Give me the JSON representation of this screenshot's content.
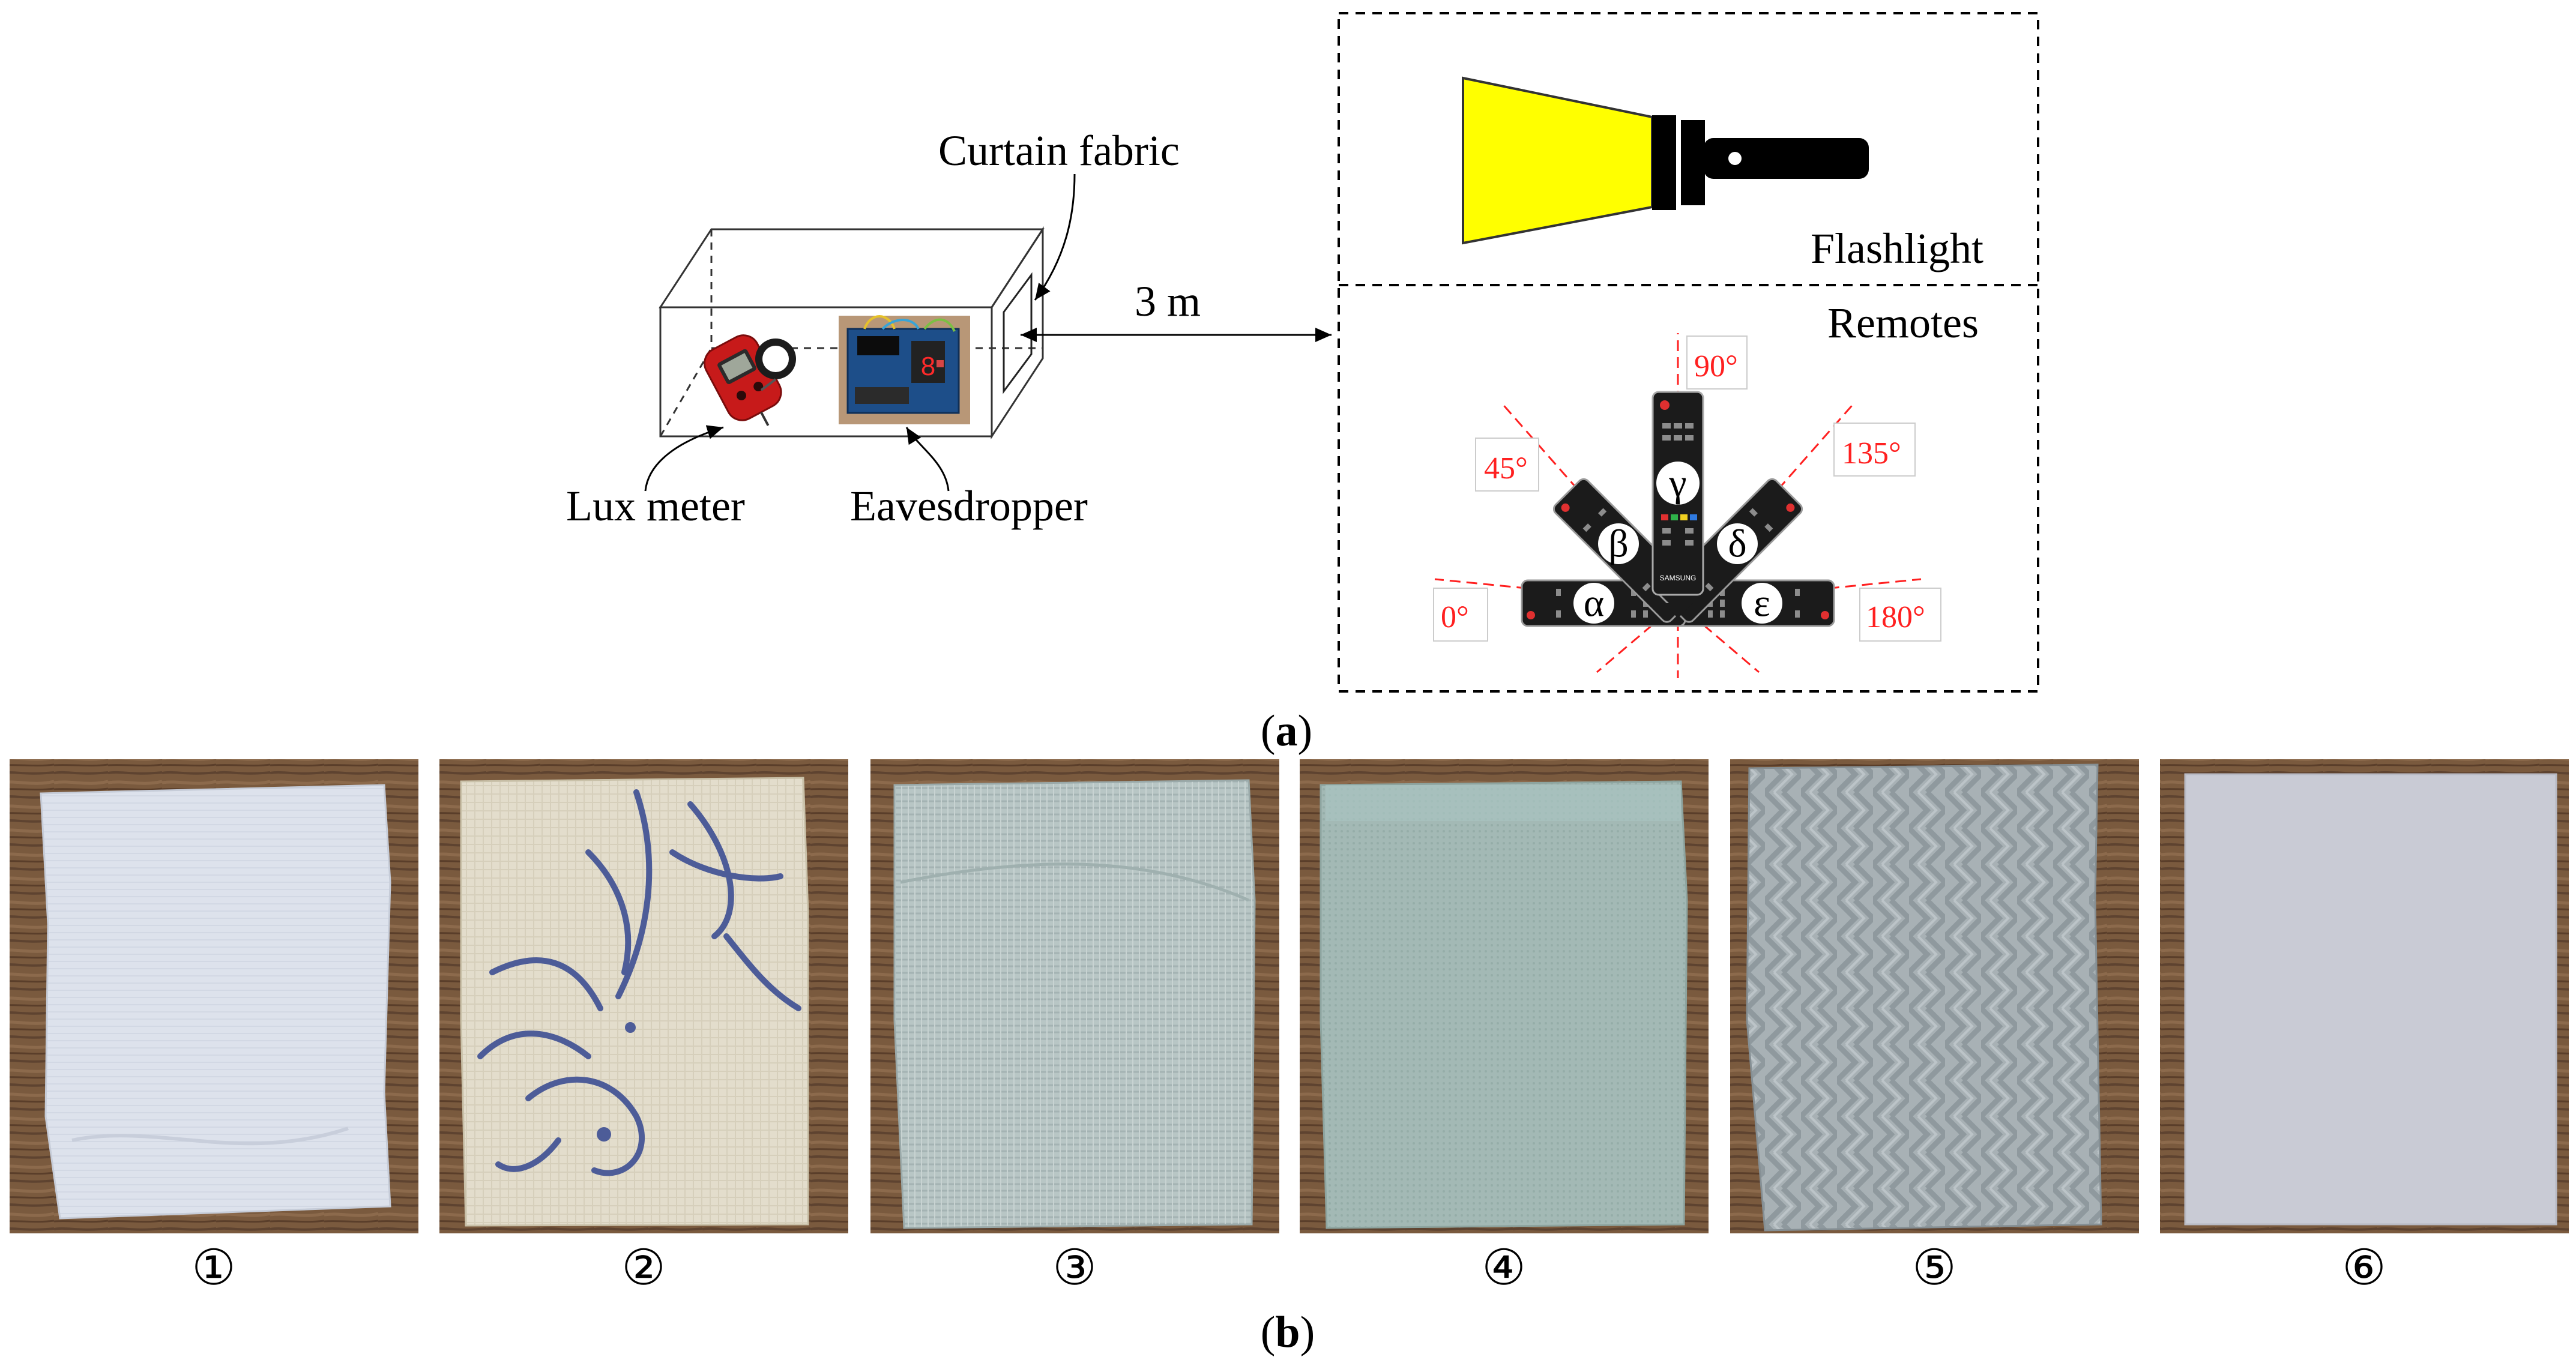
{
  "panel_a": {
    "caption_open": "(",
    "caption_letter": "a",
    "caption_close": ")",
    "labels": {
      "curtain_fabric": "Curtain fabric",
      "distance": "3 m",
      "lux_meter": "Lux meter",
      "eavesdropper": "Eavesdropper",
      "flashlight": "Flashlight",
      "remotes": "Remotes"
    },
    "angles": [
      "0°",
      "45°",
      "90°",
      "135°",
      "180°"
    ],
    "remote_greek": [
      "α",
      "β",
      "γ",
      "δ",
      "ε"
    ],
    "remote_brand": "SAMSUNG",
    "colors": {
      "flashlight_beam": "#ffff00",
      "angle_guides": "#ff0000",
      "lux_meter_body": "#cc1a1a"
    }
  },
  "panel_b": {
    "caption_open": "(",
    "caption_letter": "b",
    "caption_close": ")",
    "samples": [
      {
        "number": "①",
        "kind": "thin white sheer",
        "color": "#dfe3ee"
      },
      {
        "number": "②",
        "kind": "linen with blue ink bird print",
        "color": "#e1dccb"
      },
      {
        "number": "③",
        "kind": "grey loose weave",
        "color": "#b6c4c4"
      },
      {
        "number": "④",
        "kind": "sage green woven",
        "color": "#a2b8b4"
      },
      {
        "number": "⑤",
        "kind": "grey herringbone",
        "color": "#a9b2b5"
      },
      {
        "number": "⑥",
        "kind": "opaque white board",
        "color": "#c9cbd5"
      }
    ]
  }
}
